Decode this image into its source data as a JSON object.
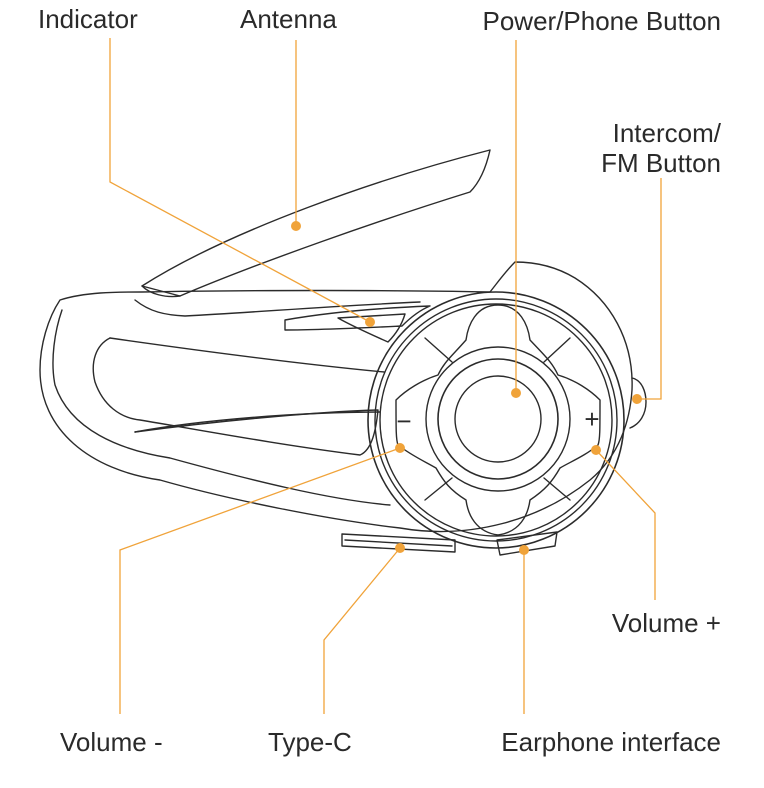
{
  "labels": {
    "indicator": "Indicator",
    "antenna": "Antenna",
    "power_phone": "Power/Phone Button",
    "intercom_line1": "Intercom/",
    "intercom_line2": "FM Button",
    "volume_plus": "Volume +",
    "volume_minus": "Volume -",
    "type_c": "Type-C",
    "earphone": "Earphone interface"
  },
  "button_symbols": {
    "minus": "−",
    "plus": "+"
  },
  "colors": {
    "callout": "#F0A33A",
    "outline": "#2b2b2b",
    "text": "#2a2a2a"
  }
}
